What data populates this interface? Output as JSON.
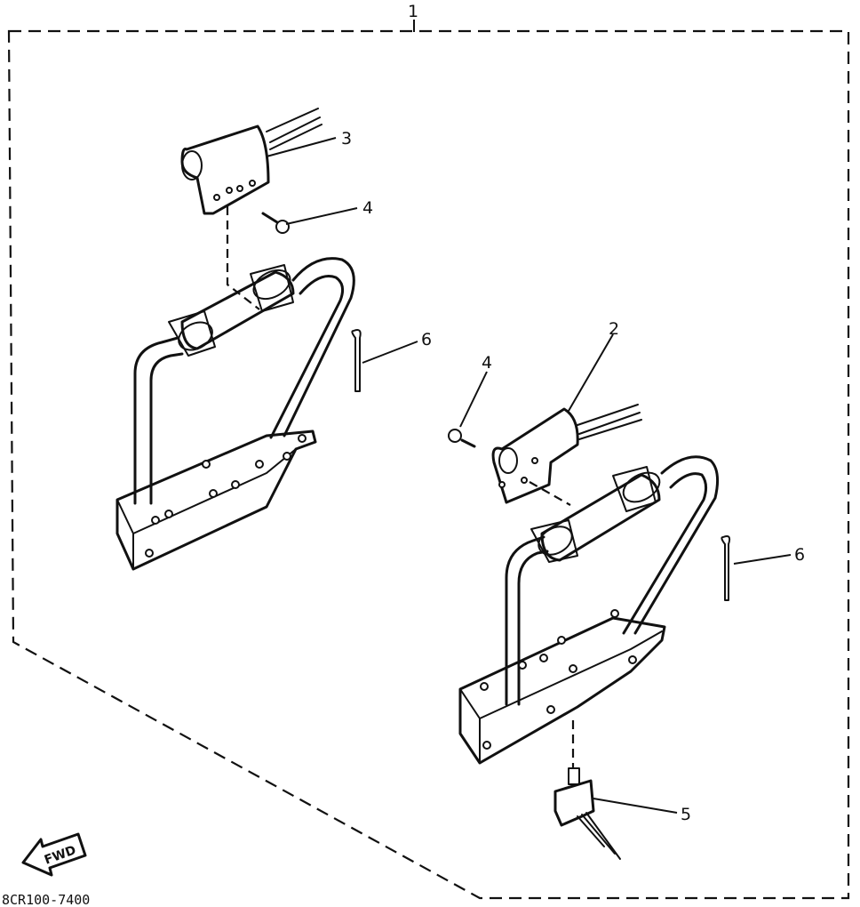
{
  "callouts": {
    "c1": "1",
    "c2": "2",
    "c3": "3",
    "c4a": "4",
    "c4b": "4",
    "c5": "5",
    "c6a": "6",
    "c6b": "6"
  },
  "fwd_label": "FWD",
  "part_number": "8CR100-7400"
}
